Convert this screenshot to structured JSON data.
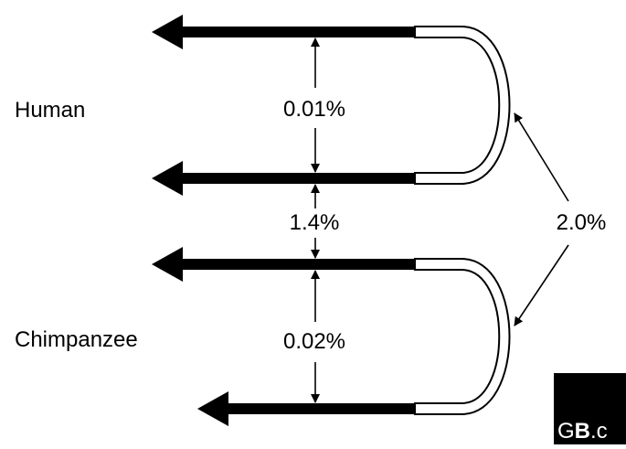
{
  "labels": {
    "human": "Human",
    "chimpanzee": "Chimpanzee"
  },
  "values": {
    "human_within": "0.01%",
    "between_human_chimp": "1.4%",
    "chimp_within": "0.02%",
    "overall": "2.0%"
  },
  "logo": {
    "prefix": "G",
    "bold": "B",
    "suffix": ".c"
  },
  "colors": {
    "ink": "#000000",
    "background": "#ffffff"
  }
}
